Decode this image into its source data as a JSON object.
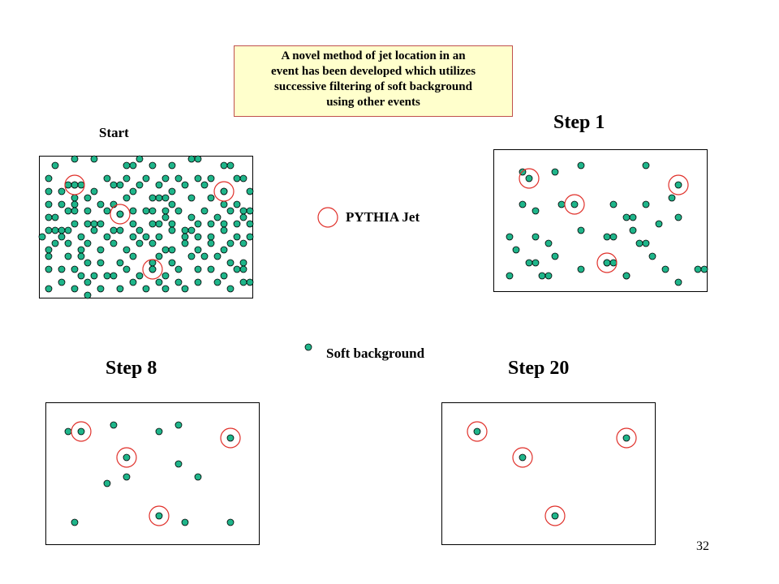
{
  "caption": {
    "line1": "A novel method of jet location in an",
    "line2": "event has been developed  which utilizes",
    "line3": "successive filtering of soft background",
    "line4": "using other events"
  },
  "panels": {
    "start": {
      "label": "Start"
    },
    "step1": {
      "label": "Step 1"
    },
    "step8": {
      "label": "Step 8"
    },
    "step20": {
      "label": "Step 20"
    }
  },
  "legend": {
    "jet_label": "PYTHIA Jet",
    "background_label": "Soft background"
  },
  "page_number": "32",
  "colors": {
    "particle_fill": "#1fb58a",
    "particle_stroke": "#000000",
    "jet_ring": "#e0302a",
    "caption_bg": "#ffffcc",
    "caption_border": "#c0504d"
  }
}
